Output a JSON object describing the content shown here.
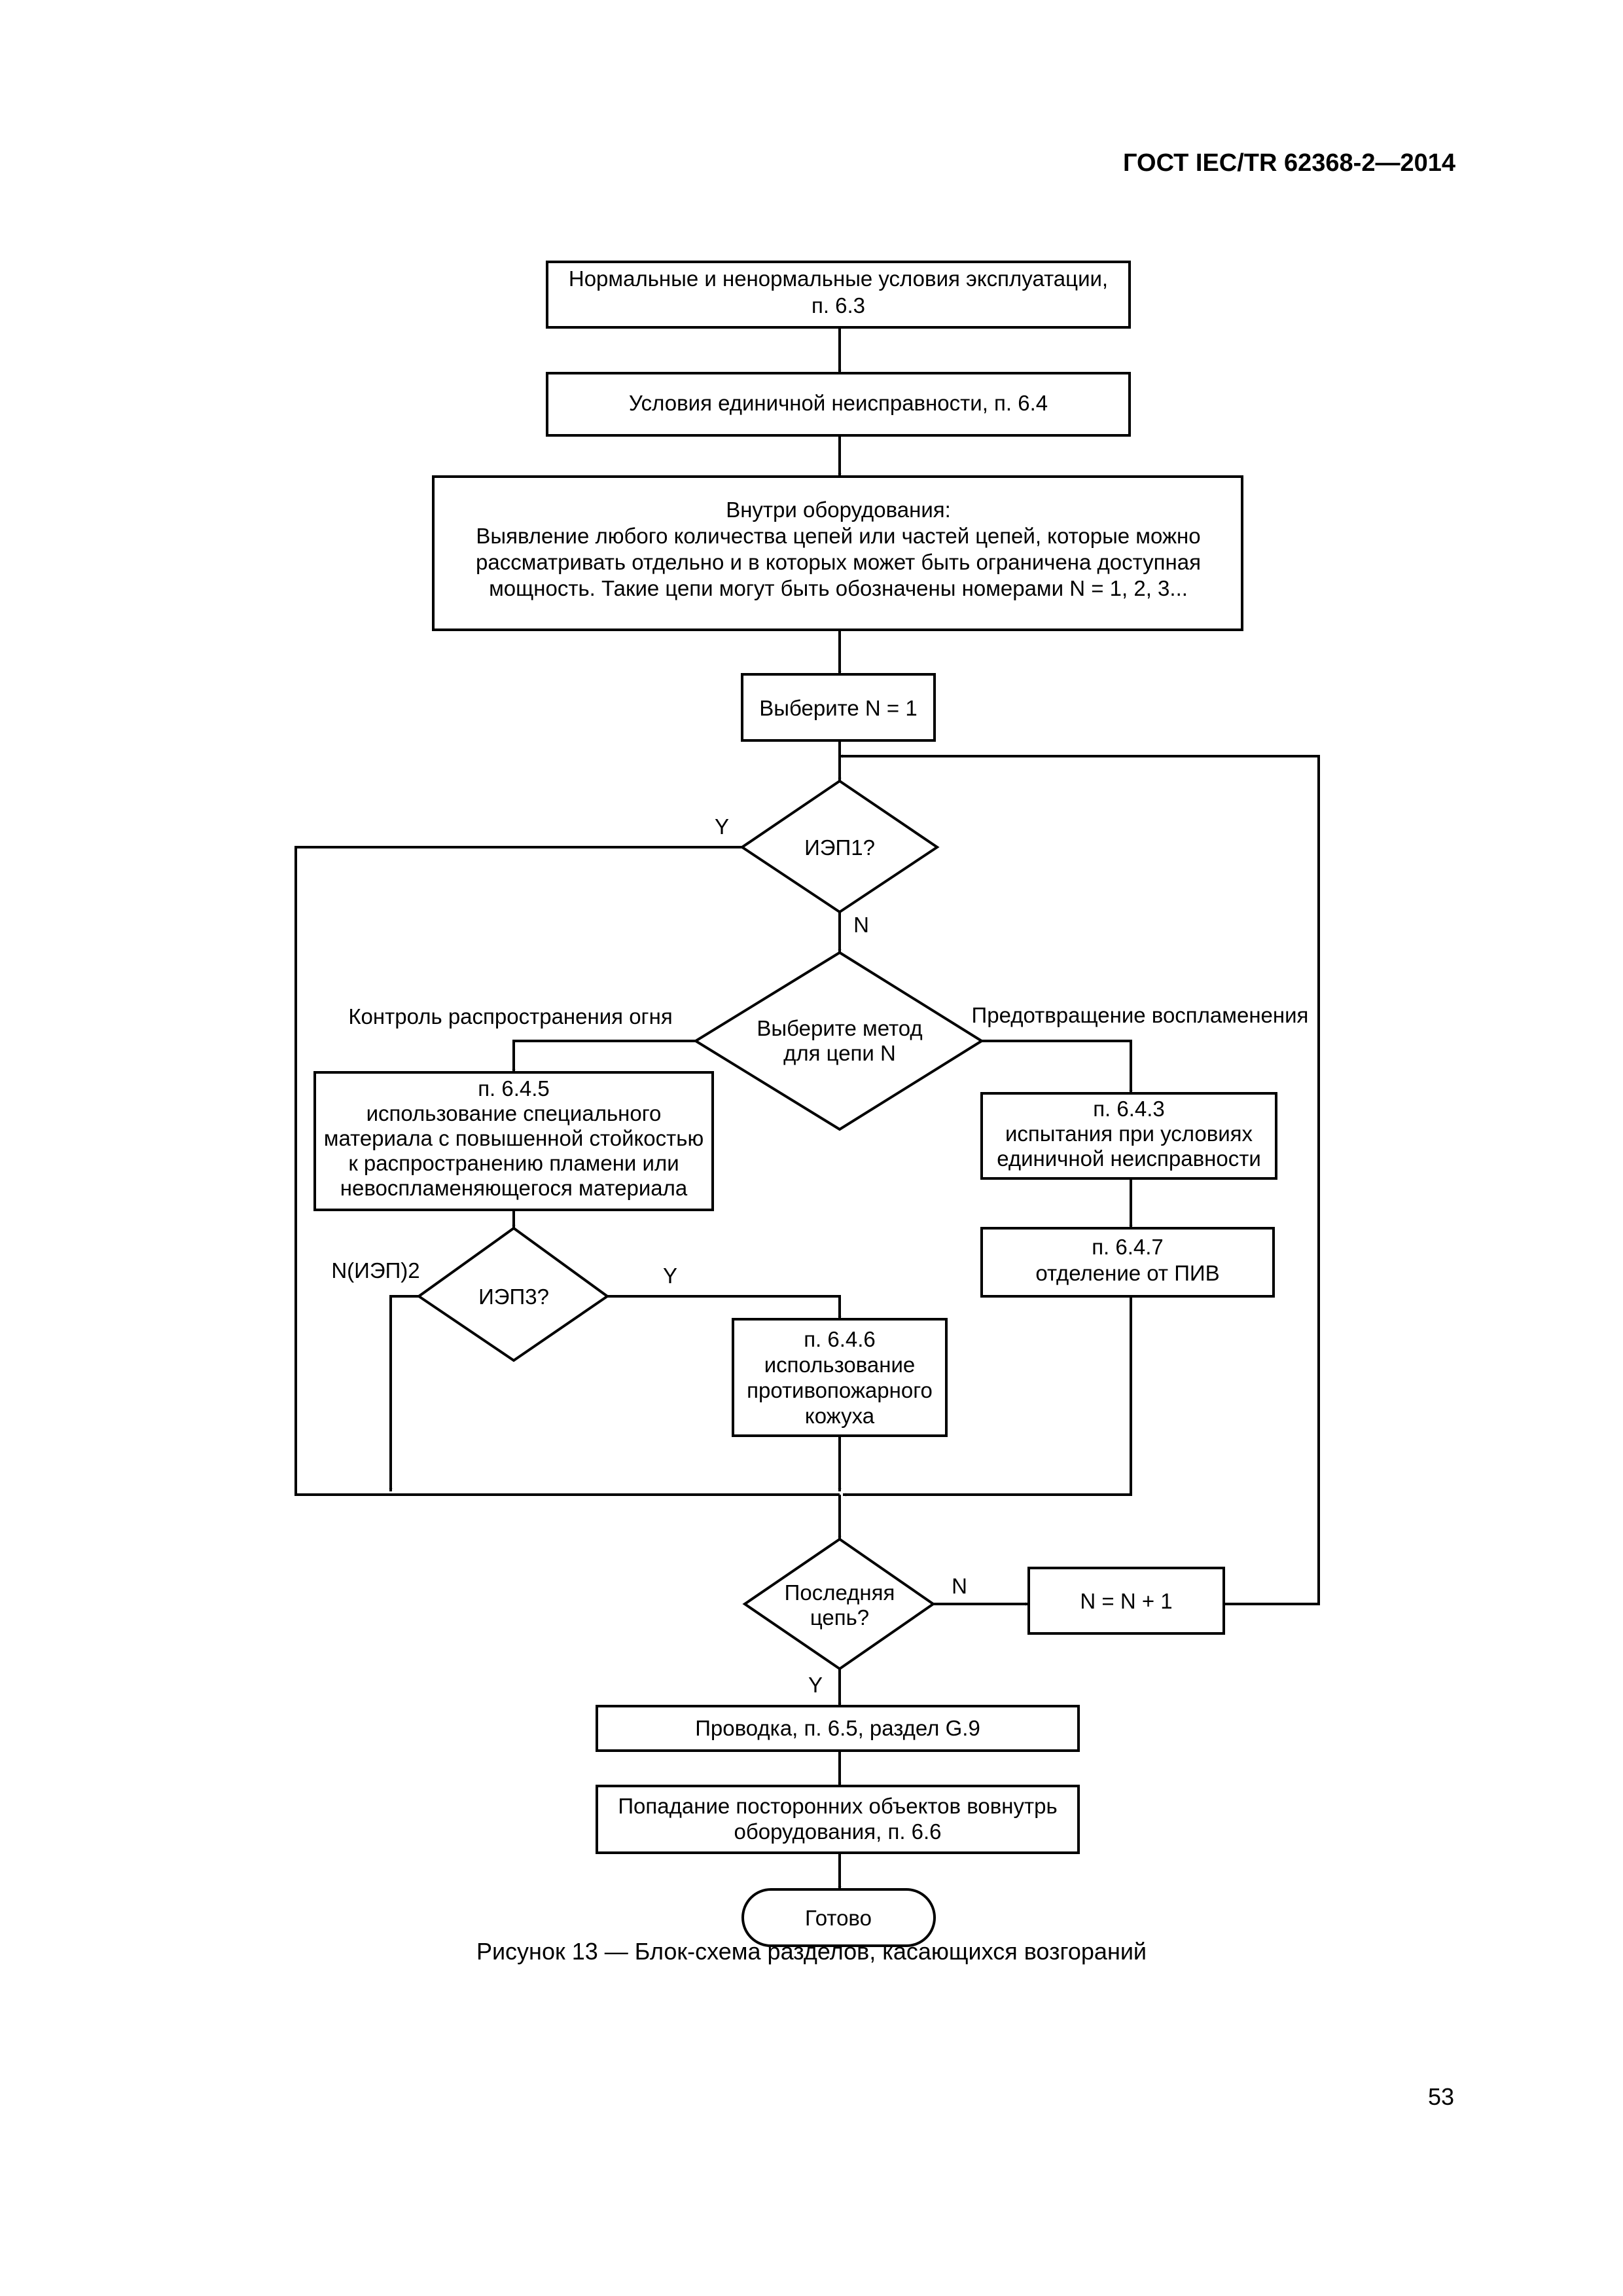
{
  "header": {
    "doc_id": "ГОСТ IEC/TR 62368-2—2014"
  },
  "flowchart": {
    "operating_conditions": [
      "Нормальные и ненормальные условия эксплуатации,",
      "п. 6.3"
    ],
    "single_fault": [
      "Условия единичной неисправности, п. 6.4"
    ],
    "inside_equipment": [
      "Внутри оборудования:",
      "Выявление любого количества цепей или частей цепей, которые можно",
      "рассматривать отдельно и в которых может быть ограничена доступная",
      "мощность. Такие цепи могут быть обозначены номерами N = 1, 2, 3..."
    ],
    "select_n": [
      "Выберите N = 1"
    ],
    "iep1": [
      "ИЭП1?"
    ],
    "select_method": [
      "Выберите метод",
      "для цепи N"
    ],
    "fire_spread_control": "Контроль распространения огня",
    "ignition_prevention": "Предотвращение воспламенения",
    "box_645": [
      "п. 6.4.5",
      "использование специального",
      "материала с повышенной стойкостью",
      "к распространению пламени или",
      "невоспламеняющегося материала"
    ],
    "box_643": [
      "п. 6.4.3",
      "испытания при условиях",
      "единичной неисправности"
    ],
    "box_647": [
      "п. 6.4.7",
      "отделение от ПИВ"
    ],
    "iep3": [
      "ИЭП3?"
    ],
    "box_646": [
      "п. 6.4.6",
      "использование",
      "противопожарного",
      "кожуха"
    ],
    "last_circuit": [
      "Последняя",
      "цепь?"
    ],
    "n_plus": [
      "N = N + 1"
    ],
    "wiring": [
      "Проводка, п. 6.5, раздел G.9"
    ],
    "foreign_objects": [
      "Попадание посторонних объектов вовнутрь",
      "оборудования, п. 6.6"
    ],
    "done": [
      "Готово"
    ],
    "label_y": "Y",
    "label_n": "N",
    "label_niep2": "N(ИЭП)2"
  },
  "caption": "Рисунок 13 — Блок-схема разделов, касающихся возгораний",
  "page_number": "53"
}
